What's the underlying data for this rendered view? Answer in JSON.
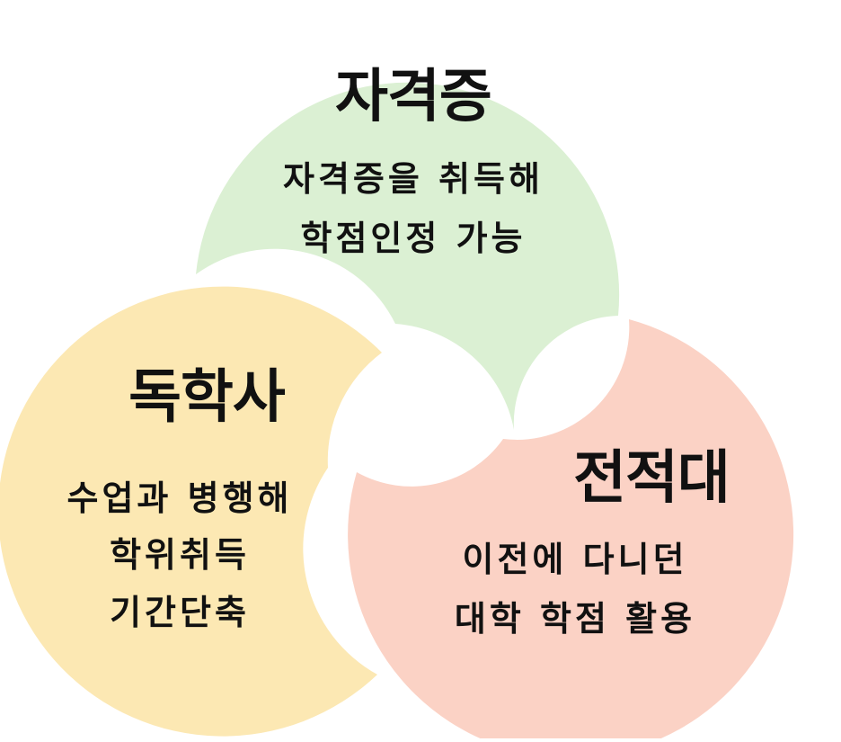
{
  "colors": {
    "green": "#dbf0d3",
    "pink": "#fbd2c5",
    "yellow": "#fce8b3",
    "text": "#111111",
    "background": "#ffffff"
  },
  "sections": {
    "certificate": {
      "title": "자격증",
      "lines": [
        "자격증을 취득해",
        "학점인정 가능"
      ]
    },
    "self_study": {
      "title": "독학사",
      "lines": [
        "수업과 병행해",
        "학위취득",
        "기간단축"
      ]
    },
    "transfer": {
      "title": "전적대",
      "lines": [
        "이전에 다니던",
        "대학 학점 활용"
      ]
    }
  }
}
